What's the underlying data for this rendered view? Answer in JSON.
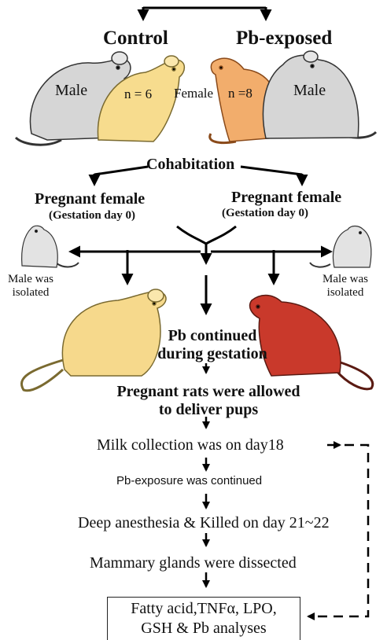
{
  "groups": {
    "control": {
      "title": "Control",
      "n": "n = 6",
      "male": "Male",
      "female": "Female",
      "color": "#f7dc8e"
    },
    "exposed": {
      "title": "Pb-exposed",
      "n": "n =8",
      "male": "Male",
      "color": "#f2ad6c"
    }
  },
  "cohabitation": "Cohabitation",
  "pregnant_left": {
    "line1": "Pregnant female",
    "line2": "(Gestation day 0)"
  },
  "pregnant_right": {
    "line1": "Pregnant female",
    "line2": "(Gestation day 0)"
  },
  "male_isolated_left": {
    "line1": "Male was",
    "line2": "isolated"
  },
  "male_isolated_right": {
    "line1": "Male was",
    "line2": "isolated"
  },
  "pb_continued": {
    "line1": "Pb continued",
    "line2": "during gestation"
  },
  "steps": {
    "deliver": {
      "line1": "Pregnant rats were allowed",
      "line2": "to deliver pups"
    },
    "milk": "Milk collection was on day18",
    "exposure": "Pb-exposure was continued",
    "anesthesia": "Deep anesthesia & Killed on day 21~22",
    "mammary": "Mammary glands were dissected"
  },
  "analyses": {
    "line1": "Fatty acid,TNFα, LPO,",
    "line2": "GSH & Pb analyses"
  },
  "colors": {
    "pregnant_control": "#f6d98c",
    "pregnant_exposed": "#c9392b",
    "male_grey": "#d9d9d9"
  }
}
